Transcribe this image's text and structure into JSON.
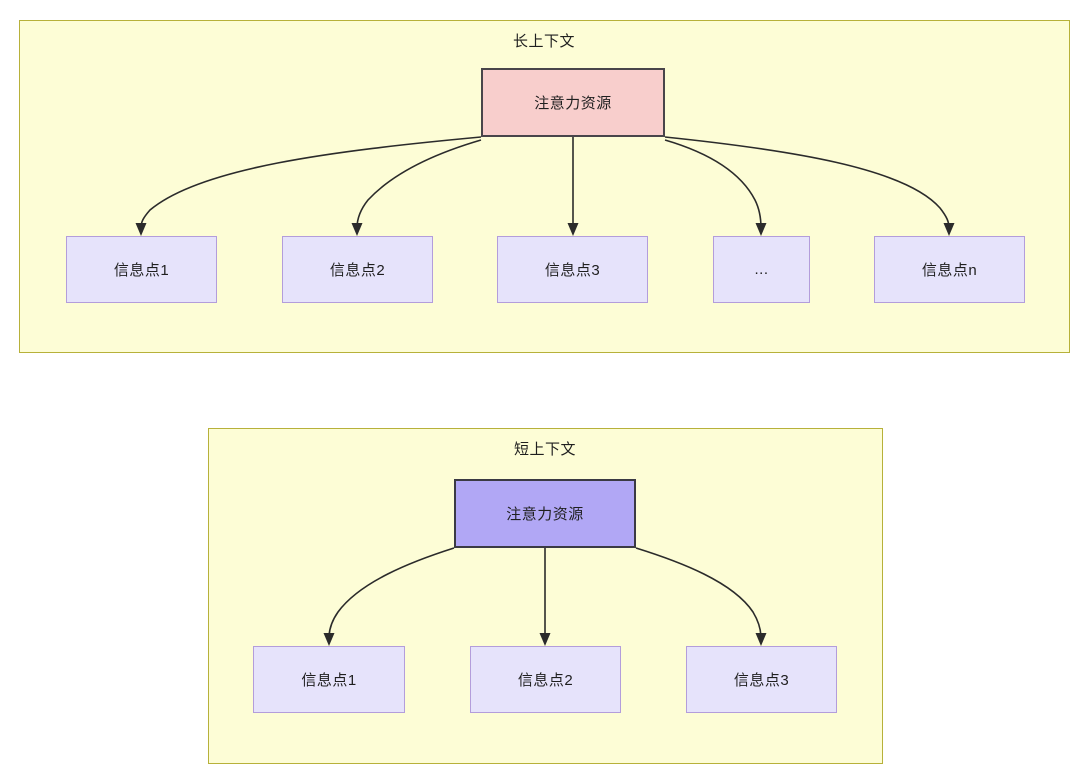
{
  "diagram": {
    "title_long": "长上下文",
    "title_short": "短上下文",
    "colors": {
      "panel_fill": "#fdfdd6",
      "panel_border": "#b7b13a",
      "root_long_fill": "#f8cecc",
      "root_long_border": "#49454a",
      "root_short_fill": "#b1a7f5",
      "root_short_border": "#3b3a44",
      "leaf_fill": "#e6e3fb",
      "leaf_border": "#b39ddb",
      "edge_stroke": "#2b2b2b",
      "text": "#1f1f1f"
    }
  },
  "long_context": {
    "panel_label": "长上下文",
    "root": {
      "label": "注意力资源"
    },
    "leaves": [
      {
        "label": "信息点1"
      },
      {
        "label": "信息点2"
      },
      {
        "label": "信息点3"
      },
      {
        "label": "..."
      },
      {
        "label": "信息点n"
      }
    ]
  },
  "short_context": {
    "panel_label": "短上下文",
    "root": {
      "label": "注意力资源"
    },
    "leaves": [
      {
        "label": "信息点1"
      },
      {
        "label": "信息点2"
      },
      {
        "label": "信息点3"
      }
    ]
  }
}
